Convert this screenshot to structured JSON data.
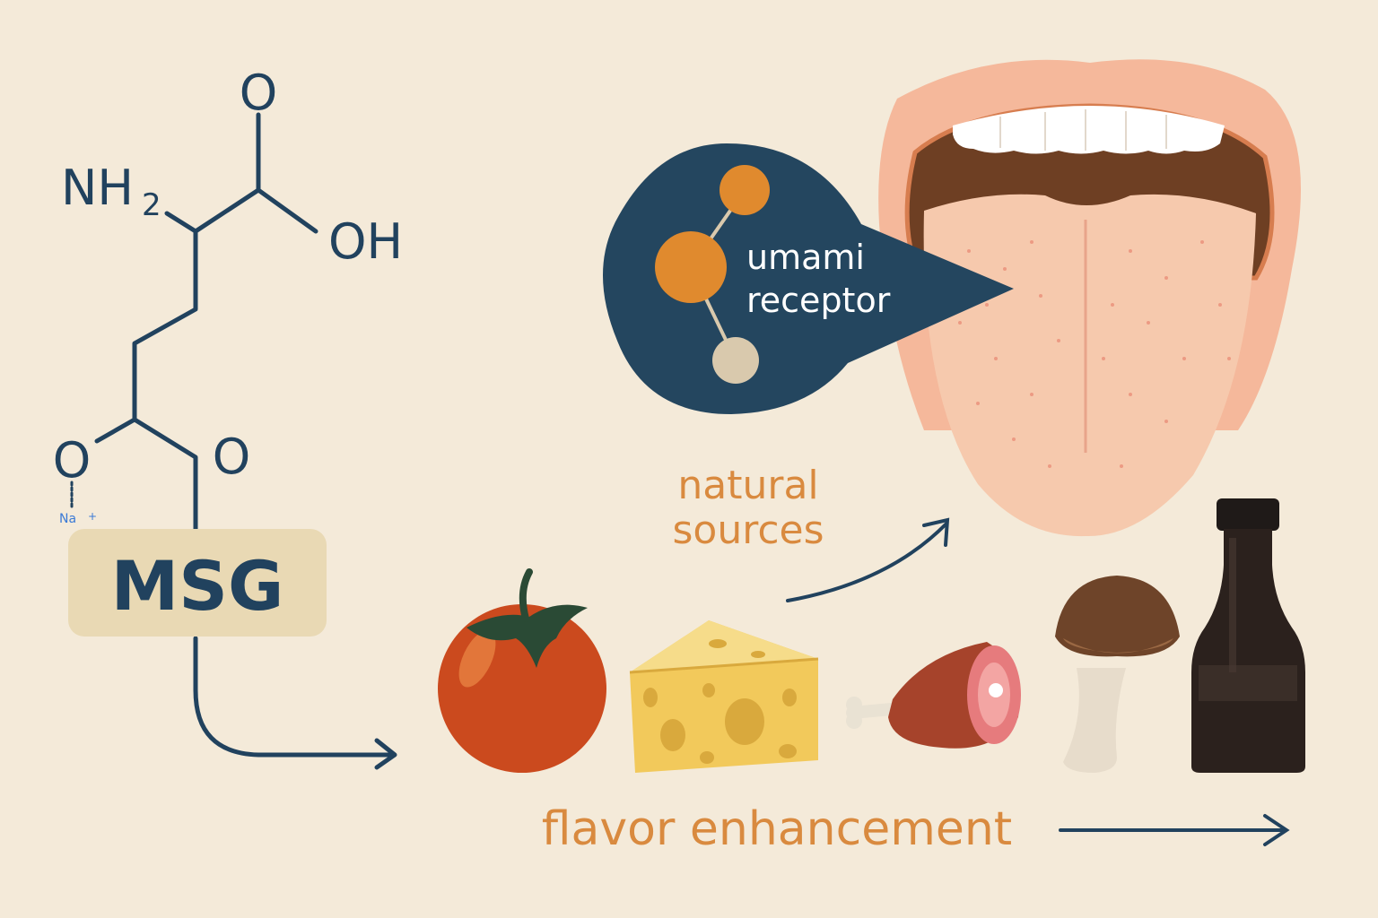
{
  "molecule": {
    "oxygen_top": "O",
    "amine": "NH",
    "amine_subscript": "2",
    "hydroxyl": "OH",
    "oxygen_left": "O",
    "oxygen_right": "O",
    "sodium": "Na",
    "sodium_charge": "+",
    "name": "MSG"
  },
  "receptor": {
    "line1": "umami",
    "line2": "receptor"
  },
  "labels": {
    "sources_line1": "natural",
    "sources_line2": "sources",
    "enhancement": "flavor enhancement"
  },
  "foods": [
    "tomato",
    "cheese",
    "meat",
    "mushroom",
    "soy-sauce-bottle"
  ],
  "colors": {
    "background": "#f4ead9",
    "navy": "#21425e",
    "orange": "#d98a3f",
    "msg_box": "#e9d9b4",
    "tongue": "#f6c9ad"
  }
}
